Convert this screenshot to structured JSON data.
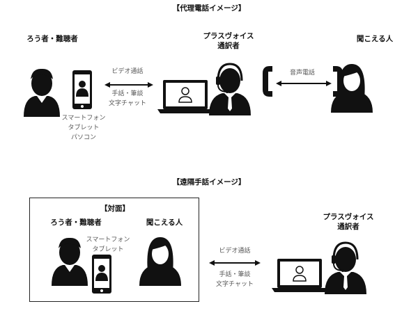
{
  "section1": {
    "title": "【代理電話イメージ】",
    "deaf_person": "ろう者・難聴者",
    "interpreter_line1": "プラスヴォイス",
    "interpreter_line2": "通訳者",
    "hearing_person": "聞こえる人",
    "video_call": "ビデオ通話",
    "methods_line1": "手話・筆談",
    "methods_line2": "文字チャット",
    "voice_call": "音声電話",
    "devices_line1": "スマートフォン",
    "devices_line2": "タブレット",
    "devices_line3": "パソコン"
  },
  "section2": {
    "title": "【遠隔手話イメージ】",
    "box_title": "【対面】",
    "deaf_person": "ろう者・難聴者",
    "hearing_person": "聞こえる人",
    "devices_line1": "スマートフォン",
    "devices_line2": "タブレット",
    "video_call": "ビデオ通話",
    "methods_line1": "手話・筆談",
    "methods_line2": "文字チャット",
    "interpreter_line1": "プラスヴォイス",
    "interpreter_line2": "通訳者"
  }
}
